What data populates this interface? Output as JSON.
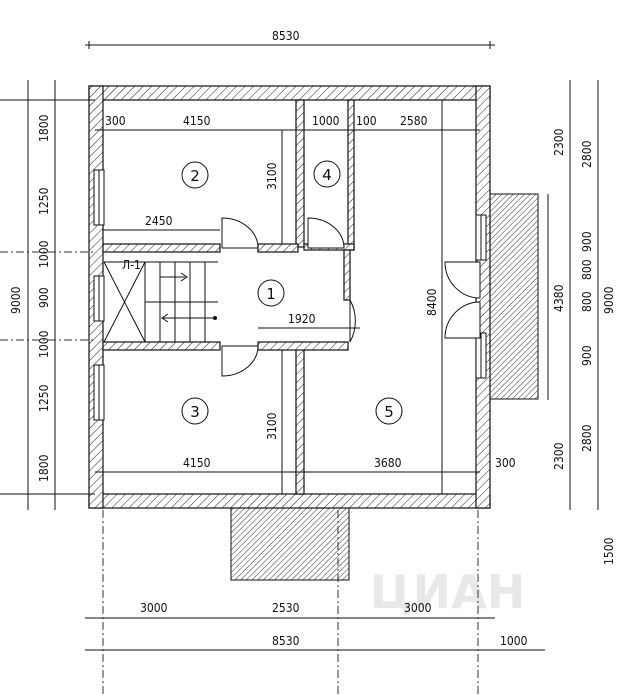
{
  "dimensions": {
    "top_total": "8530",
    "upper_300": "300",
    "upper_4150": "4150",
    "upper_1000": "1000",
    "upper_100": "100",
    "upper_2580": "2580",
    "stair_2450": "2450",
    "hall_1920": "1920",
    "lower_4150": "4150",
    "lower_3680": "3680",
    "lower_300": "300",
    "wall_3100_top": "3100",
    "wall_3100_bottom": "3100",
    "right_8400": "8400",
    "bottom_3000_left": "3000",
    "bottom_2530": "2530",
    "bottom_3000_right": "3000",
    "bottom_total": "8530",
    "bottom_1000": "1000",
    "left_1800_top": "1800",
    "left_1250_top": "1250",
    "left_1000_top": "1000",
    "left_900": "900",
    "left_1000_bottom": "1000",
    "left_1250_bottom": "1250",
    "left_1800_bottom": "1800",
    "left_total": "9000",
    "right_2300_top": "2300",
    "right_2800_top": "2800",
    "right_900_top": "900",
    "right_800_top": "800",
    "right_800_bottom": "800",
    "right_900_bottom": "900",
    "right_4380": "4380",
    "right_9000": "9000",
    "right_2300_bottom": "2300",
    "right_2800_bottom": "2800",
    "right_1500": "1500"
  },
  "rooms": [
    "1",
    "2",
    "3",
    "4",
    "5"
  ],
  "stair_label": "Л-1",
  "watermark": "ЦИАН"
}
